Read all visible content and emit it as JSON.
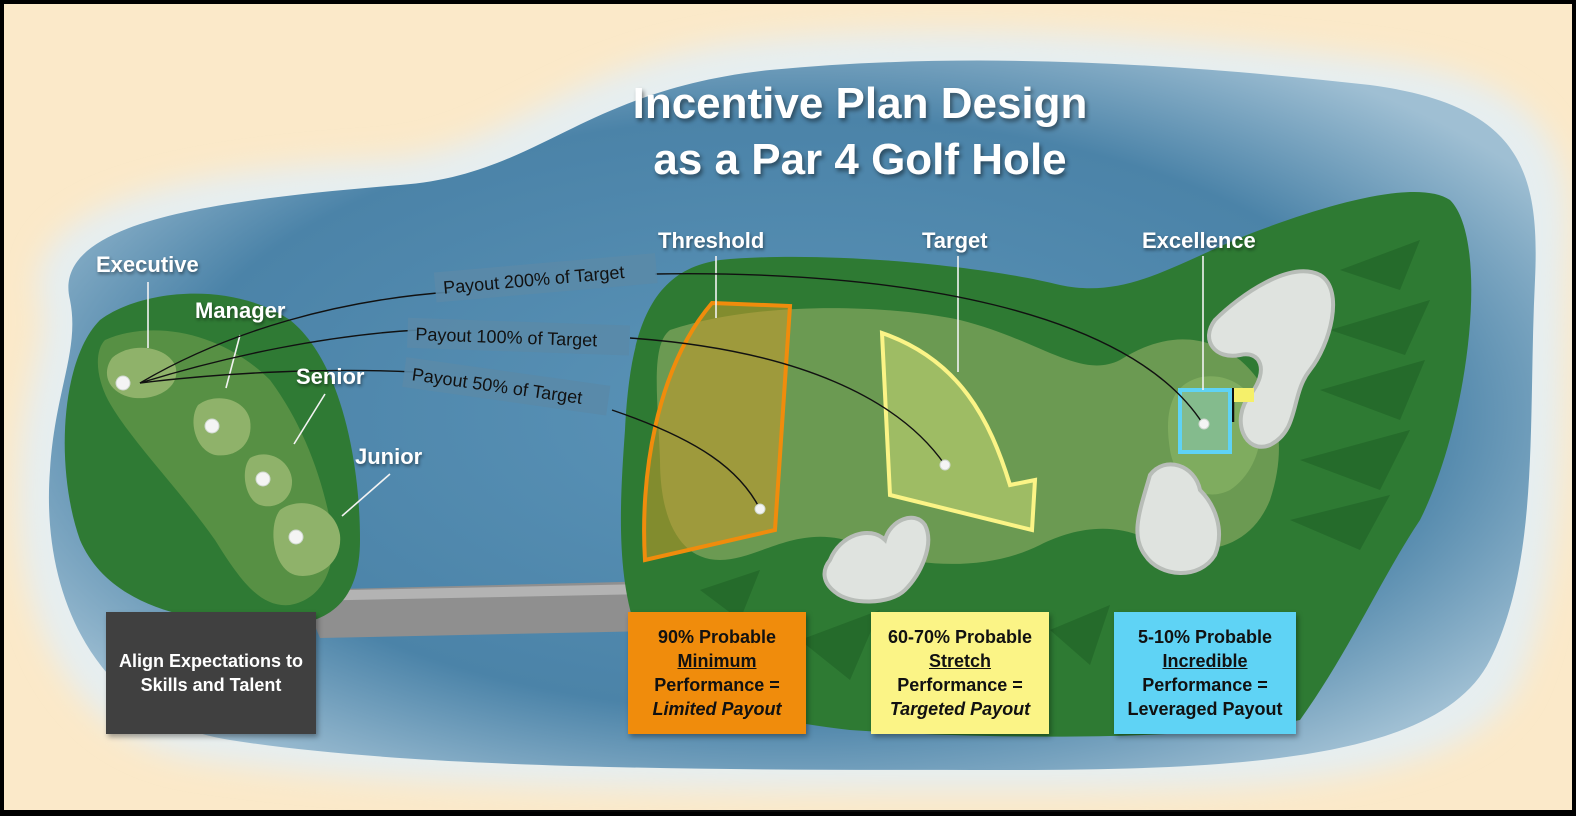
{
  "title": {
    "line1": "Incentive Plan Design",
    "line2": "as a Par 4 Golf Hole"
  },
  "tee_levels": [
    "Executive",
    "Manager",
    "Senior",
    "Junior"
  ],
  "zones": {
    "threshold": "Threshold",
    "target": "Target",
    "excellence": "Excellence"
  },
  "payouts": {
    "p200": "Payout 200% of Target",
    "p100": "Payout 100% of Target",
    "p50": "Payout 50% of Target"
  },
  "boxes": {
    "align": {
      "line1": "Align Expectations to",
      "line2": "Skills and Talent"
    },
    "threshold": {
      "line1": "90% Probable",
      "line2": "Minimum",
      "line3": "Performance =",
      "line4": "Limited Payout"
    },
    "target": {
      "line1": "60-70% Probable",
      "line2": "Stretch",
      "line3": "Performance =",
      "line4": "Targeted Payout"
    },
    "excellence": {
      "line1": "5-10% Probable",
      "line2": "Incredible",
      "line3": "Performance =",
      "line4": "Leveraged Payout"
    }
  },
  "colors": {
    "sand": "#fbe9c9",
    "water": "#4f87ad",
    "rough": "#2f7a34",
    "fairway": "#6e9c55",
    "bunker": "#dfe3df",
    "path": "#9a9a9a",
    "threshold": "#f08c0c",
    "target": "#fbf486",
    "excellence": "#5fd3f5",
    "align": "#404040",
    "flag": "#f5f06a"
  }
}
